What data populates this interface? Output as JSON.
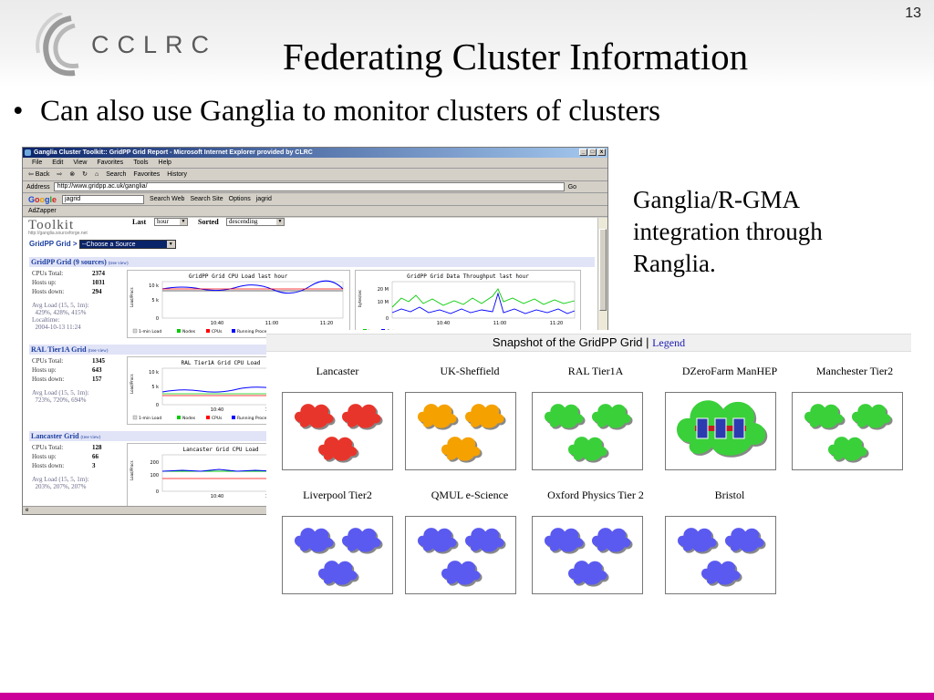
{
  "slide": {
    "number": "13",
    "logo_text": "CCLRC",
    "title": "Federating Cluster Information",
    "bullet": "Can also use Ganglia to monitor clusters of clusters",
    "side_note": "Ganglia/R-GMA integration through Ranglia.",
    "accent_color": "#cc0099"
  },
  "browser": {
    "title": "Ganglia Cluster Toolkit:: GridPP Grid Report - Microsoft Internet Explorer provided by CLRC",
    "menu": [
      "File",
      "Edit",
      "View",
      "Favorites",
      "Tools",
      "Help"
    ],
    "toolbar": [
      "⇦ Back",
      "•",
      "⇨",
      "•",
      "Search",
      "Favorites",
      "History"
    ],
    "address_label": "Address",
    "address_value": "http://www.gridpp.ac.uk/ganglia/",
    "go_label": "Go",
    "google_query": "jagrid",
    "google_items": [
      "Search Web",
      "Search Site",
      "Options",
      "jagrid"
    ],
    "links_item": "AdZapper",
    "status": "e",
    "ganglia": {
      "logo": "Toolkit",
      "logo_url": "http://ganglia.sourceforge.net",
      "last_label": "Last",
      "last_value": "hour",
      "sorted_label": "Sorted",
      "sorted_value": "descending",
      "nav_grid": "GridPP Grid >",
      "nav_choose": "--Choose a Source",
      "sections": [
        {
          "title": "GridPP Grid (9 sources)",
          "tree_link": "(tree view)",
          "cpus_label": "CPUs Total:",
          "cpus": "2374",
          "up_label": "Hosts up:",
          "up": "1031",
          "down_label": "Hosts down:",
          "down": "294",
          "avg_label": "Avg Load (15, 5, 1m):",
          "avg": "429%, 428%, 415%",
          "localtime_label": "Localtime:",
          "localtime": "2004-10-13 11:24",
          "graph1_title": "GridPP Grid CPU Load last hour",
          "graph2_title": "GridPP Grid Data Throughput last hour"
        },
        {
          "title": "RAL Tier1A Grid",
          "tree_link": "(tree view)",
          "cpus_label": "CPUs Total:",
          "cpus": "1345",
          "up_label": "Hosts up:",
          "up": "643",
          "down_label": "Hosts down:",
          "down": "157",
          "avg_label": "Avg Load (15, 5, 1m):",
          "avg": "723%, 720%, 694%",
          "graph1_title": "RAL Tier1A Grid CPU Load"
        },
        {
          "title": "Lancaster Grid",
          "tree_link": "(tree view)",
          "cpus_label": "CPUs Total:",
          "cpus": "128",
          "up_label": "Hosts up:",
          "up": "66",
          "down_label": "Hosts down:",
          "down": "3",
          "avg_label": "Avg Load (15, 5, 1m):",
          "avg": "203%, 207%, 207%",
          "graph1_title": "Lancaster Grid CPU Load"
        }
      ],
      "load_graph": {
        "ylabel": "Load/Procs",
        "yticks_main": [
          "10 k",
          "5 k",
          "0"
        ],
        "yticks_lancaster": [
          "200",
          "100",
          "0"
        ],
        "xticks": [
          "10:40",
          "11:00",
          "11:20"
        ],
        "legend": [
          "1-min Load",
          "Nodes",
          "CPUs",
          "Running Processes"
        ],
        "legend_colors": [
          "#d9d9d9",
          "#00cc00",
          "#ff0000",
          "#0000ff"
        ]
      },
      "throughput_graph": {
        "ylabel": "bytes/sec",
        "yticks": [
          "20 M",
          "10 M",
          "0"
        ],
        "xticks": [
          "10:40",
          "11:00",
          "11:20"
        ],
        "legend": [
          "In",
          "Out"
        ],
        "legend_colors": [
          "#00cc00",
          "#0000ff"
        ]
      }
    }
  },
  "snapshot": {
    "title": "Snapshot of the GridPP Grid",
    "separator": "|",
    "legend_link": "Legend",
    "sites": [
      {
        "name": "Lancaster",
        "color": "#e8352b",
        "kind": "clouds"
      },
      {
        "name": "UK-Sheffield",
        "color": "#f5a100",
        "kind": "clouds"
      },
      {
        "name": "RAL Tier1A",
        "color": "#3ad03a",
        "kind": "clouds"
      },
      {
        "name": "DZeroFarm ManHEP",
        "color": "#3ad03a",
        "kind": "big"
      },
      {
        "name": "Manchester Tier2",
        "color": "#3ad03a",
        "kind": "clouds"
      },
      {
        "name": "Liverpool Tier2",
        "color": "#5a5af0",
        "kind": "clouds"
      },
      {
        "name": "QMUL e-Science",
        "color": "#5a5af0",
        "kind": "clouds"
      },
      {
        "name": "Oxford Physics Tier 2",
        "color": "#5a5af0",
        "kind": "clouds"
      },
      {
        "name": "Bristol",
        "color": "#5a5af0",
        "kind": "clouds"
      }
    ]
  }
}
